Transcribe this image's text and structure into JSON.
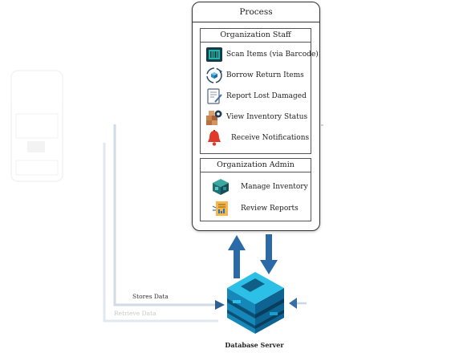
{
  "process": {
    "title": "Process",
    "staff": {
      "title": "Organization Staff",
      "items": [
        {
          "label": "Scan Items (via Barcode)",
          "icon": "barcode-scanner-icon"
        },
        {
          "label": "Borrow Return Items",
          "icon": "box-cycle-icon"
        },
        {
          "label": "Report Lost Damaged",
          "icon": "report-clipboard-icon"
        },
        {
          "label": "View Inventory Status",
          "icon": "inventory-gear-icon"
        },
        {
          "label": "Receive Notifications",
          "icon": "bell-icon"
        }
      ]
    },
    "admin": {
      "title": "Organization Admin",
      "items": [
        {
          "label": "Manage Inventory",
          "icon": "warehouse-boxes-icon"
        },
        {
          "label": "Review Reports",
          "icon": "report-chart-icon"
        }
      ]
    }
  },
  "flows": {
    "stores": "Stores Data",
    "retrieve": "Retrieve Data"
  },
  "database": {
    "label": "Database Server",
    "icon": "database-server-icon"
  },
  "colors": {
    "arrow": "#2a6aa8",
    "faded_arrow": "#c5d3e2",
    "db_light": "#23b1d8",
    "db_dark": "#0c5e88"
  }
}
